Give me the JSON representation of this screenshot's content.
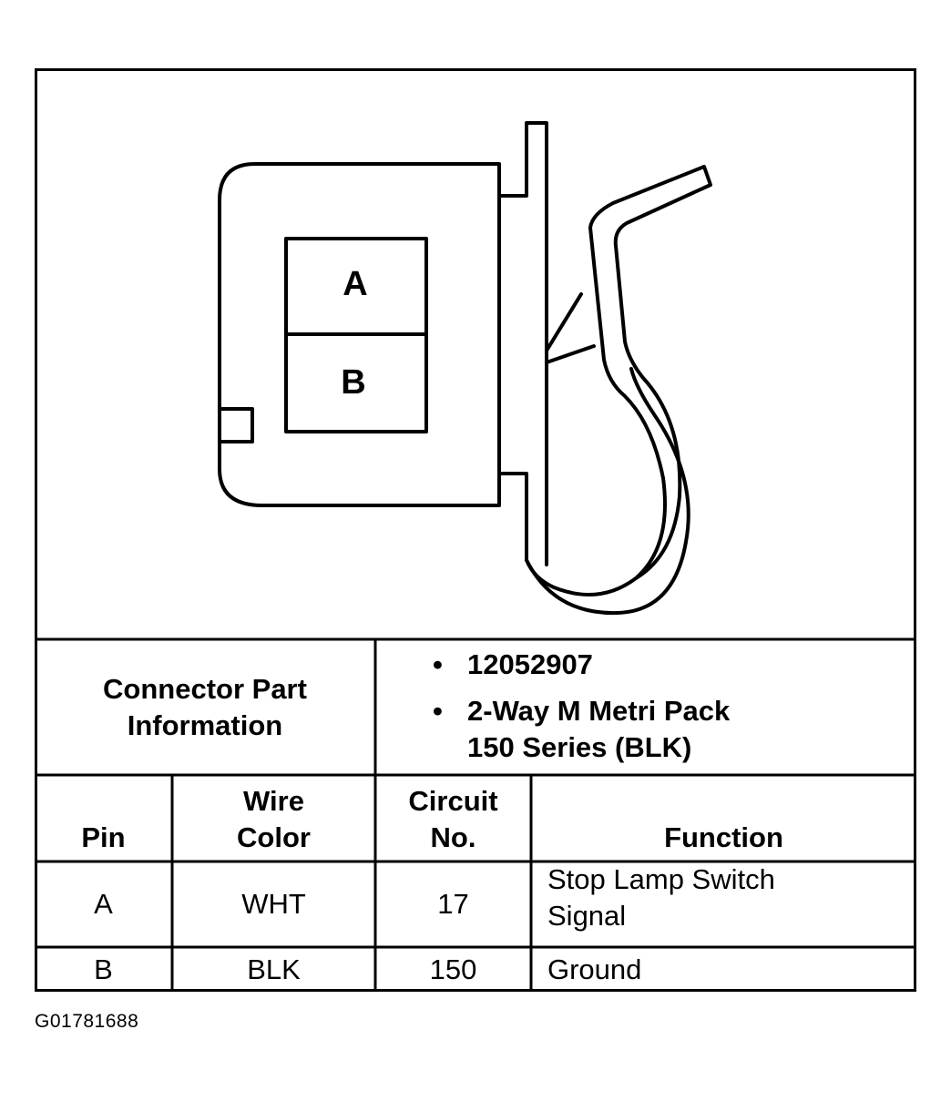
{
  "connector": {
    "pins": [
      "A",
      "B"
    ]
  },
  "part_info": {
    "label": "Connector Part Information",
    "label_line1": "Connector Part",
    "label_line2": "Information",
    "bullet_char": "•",
    "items": [
      {
        "line1": "12052907",
        "line2": ""
      },
      {
        "line1": "2-Way M Metri Pack",
        "line2": "150 Series (BLK)"
      }
    ]
  },
  "table": {
    "headers": {
      "pin": "Pin",
      "wire_color_line1": "Wire",
      "wire_color_line2": "Color",
      "circuit_line1": "Circuit",
      "circuit_line2": "No.",
      "function": "Function"
    },
    "rows": [
      {
        "pin": "A",
        "wire_color": "WHT",
        "circuit": "17",
        "function_line1": "Stop Lamp Switch",
        "function_line2": "Signal"
      },
      {
        "pin": "B",
        "wire_color": "BLK",
        "circuit": "150",
        "function_line1": "Ground",
        "function_line2": ""
      }
    ]
  },
  "figure_id": "G01781688"
}
